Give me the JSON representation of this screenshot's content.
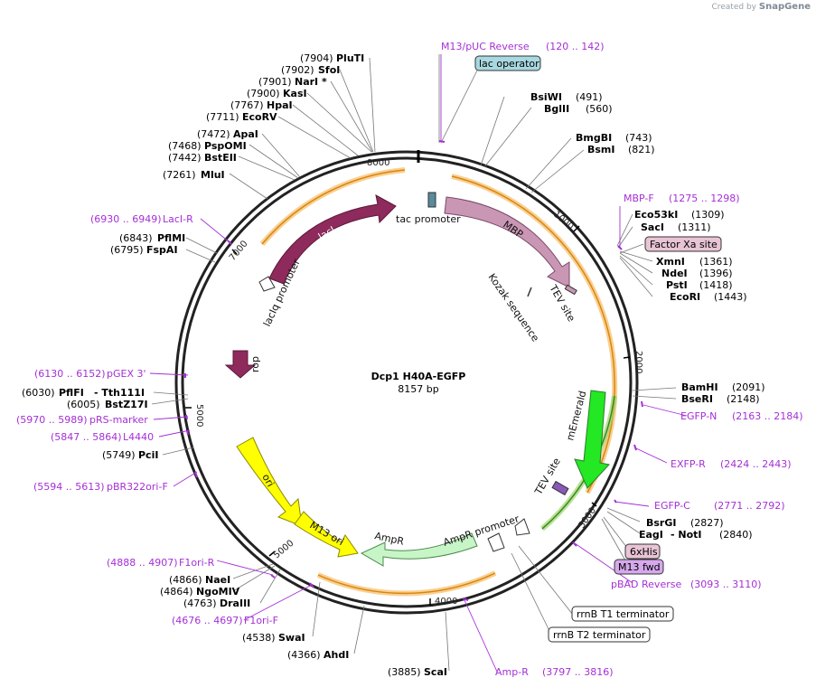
{
  "credit": {
    "created_by": "Created by",
    "app": "SnapGene"
  },
  "plasmid": {
    "name": "Dcp1 H40A-EGFP",
    "length_label": "8157 bp",
    "length": 8157
  },
  "colors": {
    "primer": "#a52fd6",
    "backbone": "#222222",
    "orange": "#f5a623",
    "green": "#33aa33"
  },
  "ticks": [
    {
      "pos": 1000,
      "label": "1000"
    },
    {
      "pos": 2000,
      "label": "2000"
    },
    {
      "pos": 3000,
      "label": "3000"
    },
    {
      "pos": 4000,
      "label": "4000"
    },
    {
      "pos": 5000,
      "label": "5000"
    },
    {
      "pos": 6000,
      "label": "5000"
    },
    {
      "pos": 7000,
      "label": "7000"
    },
    {
      "pos": 8000,
      "label": "8000"
    }
  ],
  "enzymes_right": [
    {
      "name": "BsiWI",
      "pos": "(491)"
    },
    {
      "name": "BglII",
      "pos": "(560)"
    },
    {
      "name": "BmgBI",
      "pos": "(743)"
    },
    {
      "name": "BsmI",
      "pos": "(821)"
    },
    {
      "name": "Eco53kI",
      "pos": "(1309)"
    },
    {
      "name": "SacI",
      "pos": "(1311)"
    },
    {
      "name": "XmnI",
      "pos": "(1361)"
    },
    {
      "name": "NdeI",
      "pos": "(1396)"
    },
    {
      "name": "PstI",
      "pos": "(1418)"
    },
    {
      "name": "EcoRI",
      "pos": "(1443)"
    },
    {
      "name": "BamHI",
      "pos": "(2091)"
    },
    {
      "name": "BseRI",
      "pos": "(2148)"
    },
    {
      "name": "BsrGI",
      "pos": "(2827)"
    },
    {
      "name": "EagI",
      "pos": "- NotI",
      "extra": "(2840)"
    }
  ],
  "enzymes_left": [
    {
      "name": "PluTI",
      "pos": "(7904)"
    },
    {
      "name": "SfoI",
      "pos": "(7902)"
    },
    {
      "name": "NarI *",
      "pos": "(7901)"
    },
    {
      "name": "KasI",
      "pos": "(7900)"
    },
    {
      "name": "HpaI",
      "pos": "(7767)"
    },
    {
      "name": "EcoRV",
      "pos": "(7711)"
    },
    {
      "name": "ApaI",
      "pos": "(7472)"
    },
    {
      "name": "PspOMI",
      "pos": "(7468)"
    },
    {
      "name": "BstEII",
      "pos": "(7442)"
    },
    {
      "name": "MluI",
      "pos": "(7261)"
    },
    {
      "name": "PflMI",
      "pos": "(6843)"
    },
    {
      "name": "FspAI",
      "pos": "(6795)"
    },
    {
      "name": "PflFI",
      "pos": "(6030)",
      "extra": "- Tth111I"
    },
    {
      "name": "BstZ17I",
      "pos": "(6005)"
    },
    {
      "name": "PciI",
      "pos": "(5749)"
    },
    {
      "name": "NaeI",
      "pos": "(4866)"
    },
    {
      "name": "NgoMIV",
      "pos": "(4864)"
    },
    {
      "name": "DraIII",
      "pos": "(4763)"
    },
    {
      "name": "SwaI",
      "pos": "(4538)"
    },
    {
      "name": "AhdI",
      "pos": "(4366)"
    },
    {
      "name": "ScaI",
      "pos": "(3885)"
    }
  ],
  "primers": [
    {
      "name": "M13/pUC Reverse",
      "range": "(120 .. 142)"
    },
    {
      "name": "MBP-F",
      "range": "(1275 .. 1298)"
    },
    {
      "name": "EGFP-N",
      "range": "(2163 .. 2184)"
    },
    {
      "name": "EXFP-R",
      "range": "(2424 .. 2443)"
    },
    {
      "name": "EGFP-C",
      "range": "(2771 .. 2792)"
    },
    {
      "name": "pBAD Reverse",
      "range": "(3093 .. 3110)"
    },
    {
      "name": "Amp-R",
      "range": "(3797 .. 3816)"
    },
    {
      "name": "F1ori-F",
      "range": "(4676 .. 4697)"
    },
    {
      "name": "F1ori-R",
      "range": "(4888 .. 4907)"
    },
    {
      "name": "pBR322ori-F",
      "range": "(5594 .. 5613)"
    },
    {
      "name": "L4440",
      "range": "(5847 .. 5864)"
    },
    {
      "name": "pRS-marker",
      "range": "(5970 .. 5989)"
    },
    {
      "name": "pGEX 3'",
      "range": "(6130 .. 6152)"
    },
    {
      "name": "LacI-R",
      "range": "(6930 .. 6949)"
    }
  ],
  "boxes": {
    "lac_operator": "lac operator",
    "factor_xa": "Factor Xa site",
    "six_his": "6xHis",
    "m13_fwd": "M13 fwd",
    "rrnb_t1": "rrnB T1 terminator",
    "rrnb_t2": "rrnB T2 terminator"
  },
  "features": {
    "laci": "lacI",
    "lacIq_promoter": "lacIq promoter",
    "tac_promoter": "tac promoter",
    "mbp": "MBP",
    "kozak": "Kozak sequence",
    "tev_site_1": "TEV site",
    "tev_site_2": "TEV site",
    "rop": "rop",
    "memerald": "mEmerald",
    "ori": "ori",
    "m13_ori": "M13 ori",
    "ampr": "AmpR",
    "ampr_promoter": "AmpR promoter"
  }
}
